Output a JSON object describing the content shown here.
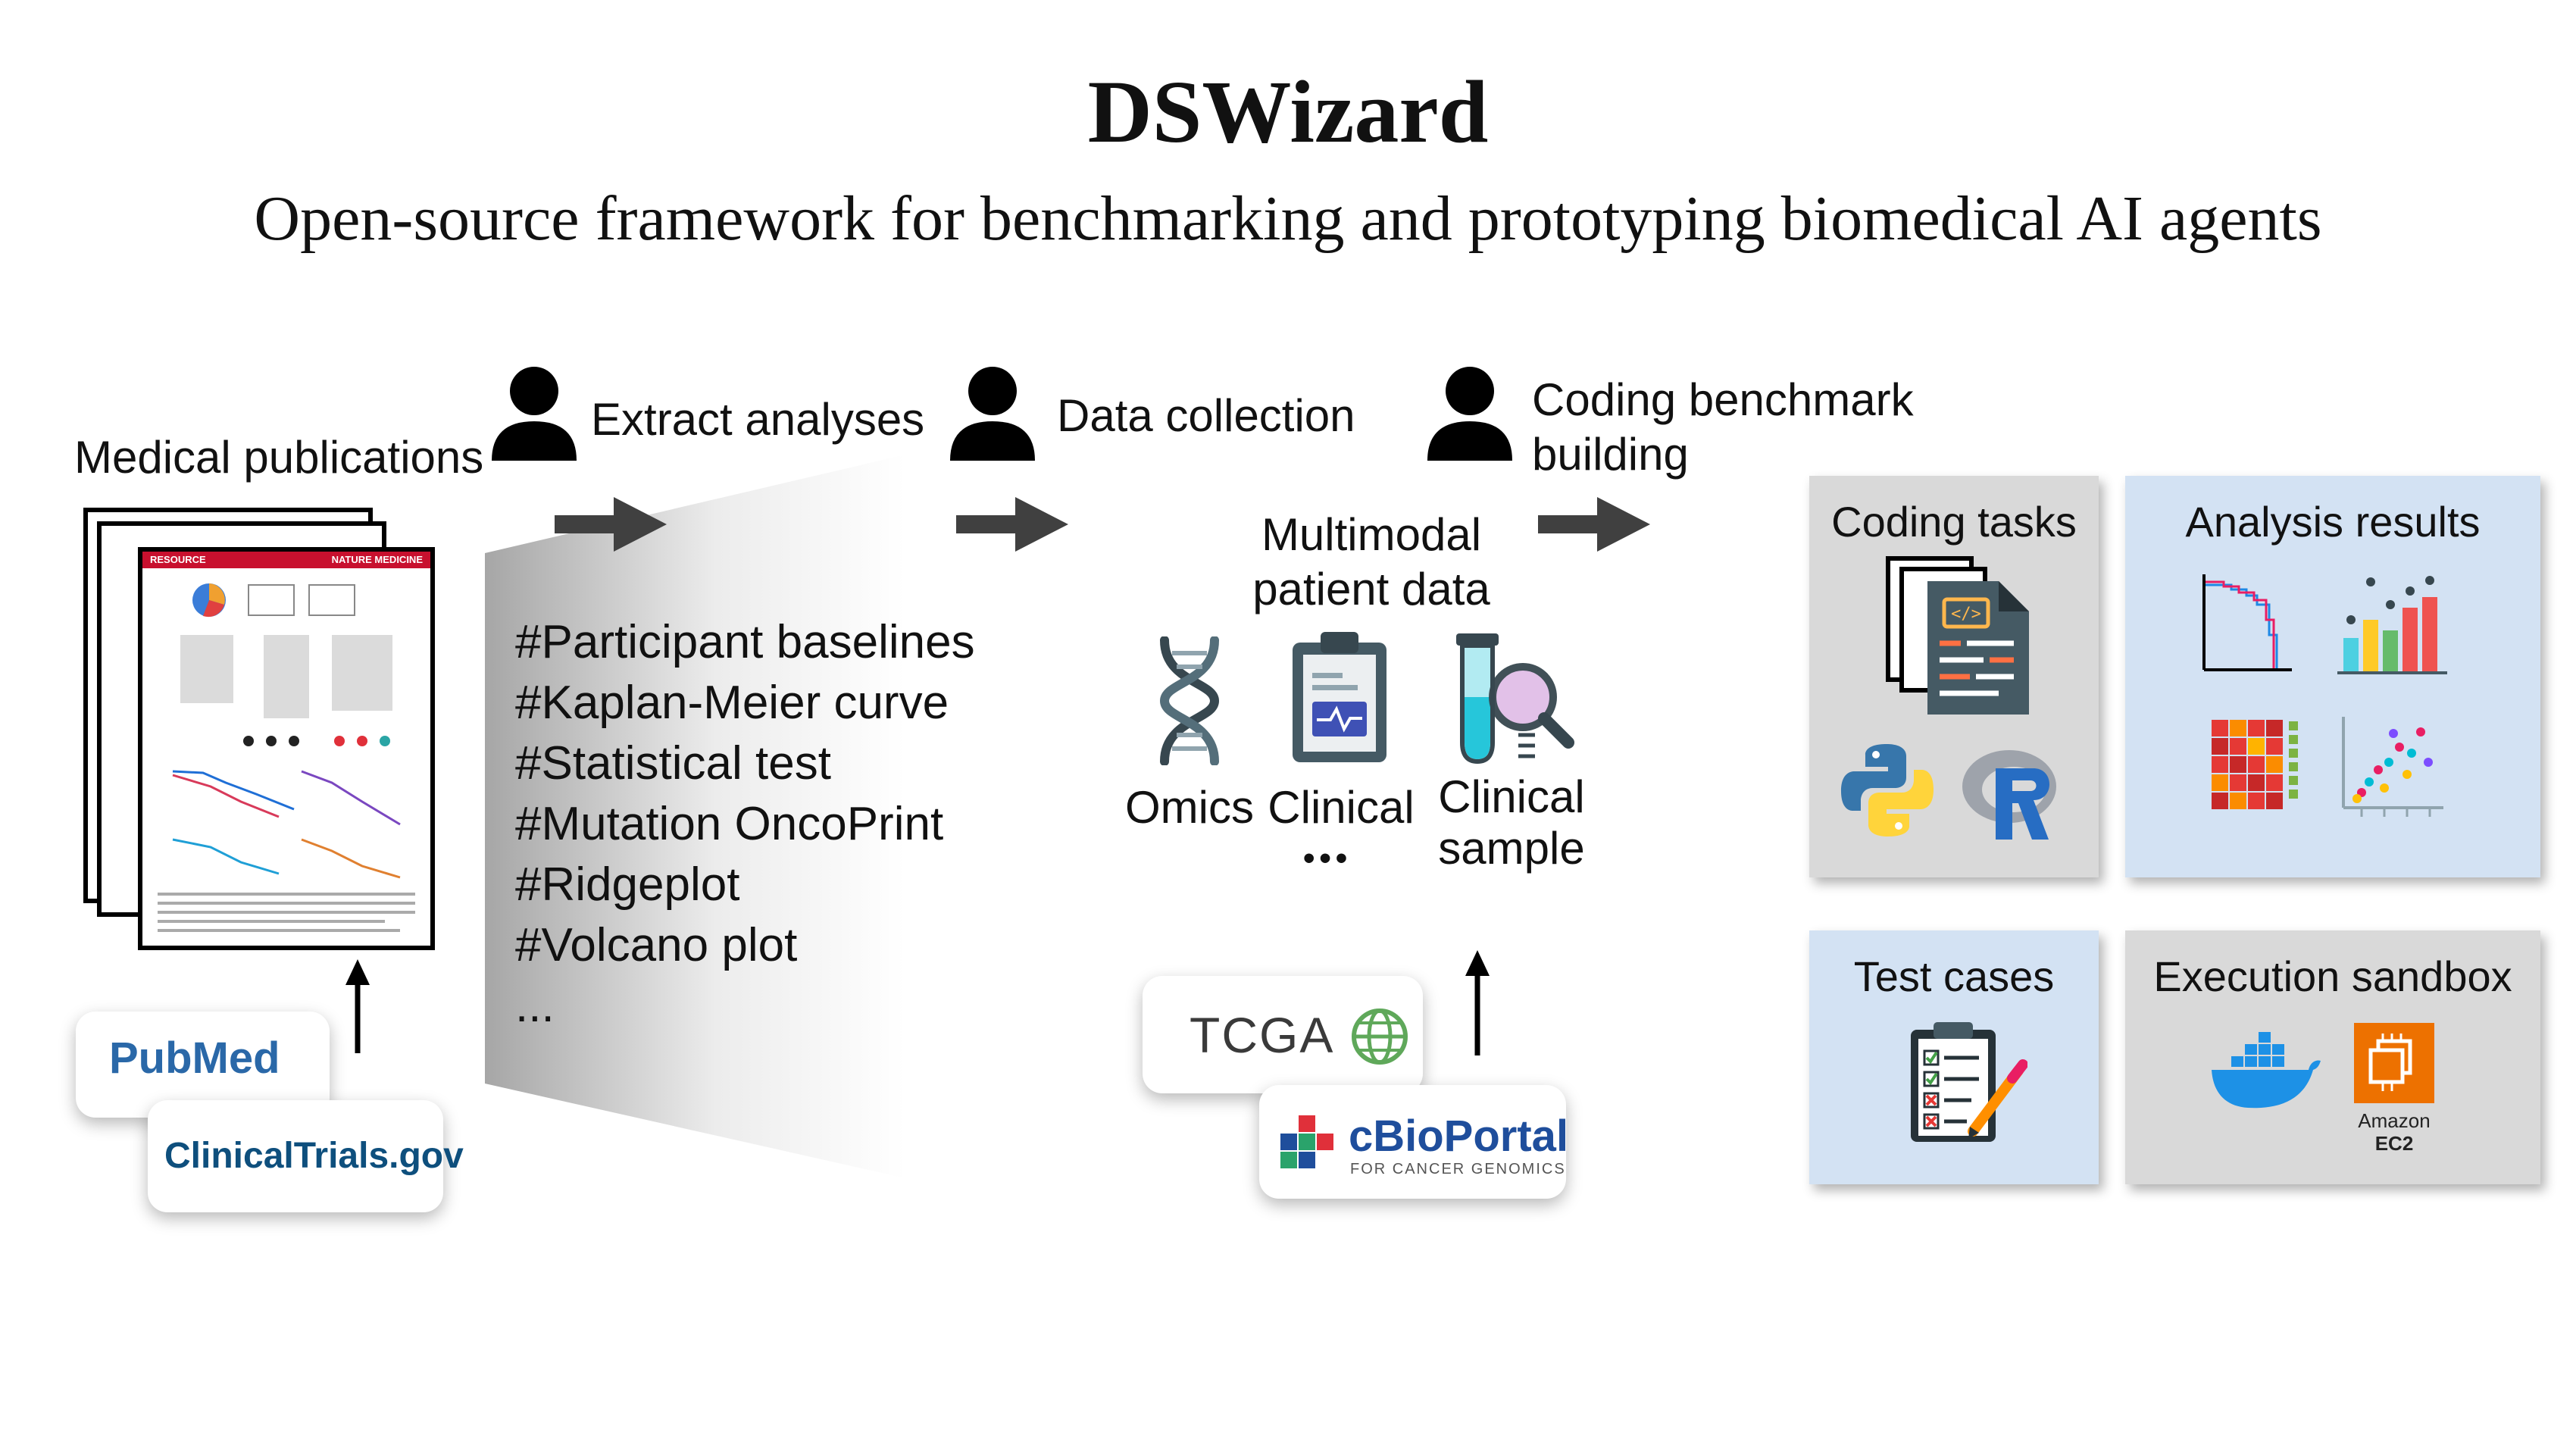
{
  "title": "DSWizard",
  "subtitle": "Open-source framework for benchmarking and prototyping biomedical AI agents",
  "left": {
    "label": "Medical publications",
    "paper_header_left": "RESOURCE",
    "paper_header_right": "NATURE MEDICINE",
    "sources": [
      "PubMed",
      "ClinicalTrials.gov"
    ]
  },
  "steps": [
    {
      "label": "Extract analyses"
    },
    {
      "label": "Data collection"
    },
    {
      "label_lines": [
        "Coding benchmark",
        "building"
      ]
    }
  ],
  "analyses": [
    "#Participant baselines",
    "#Kaplan-Meier curve",
    "#Statistical test",
    "#Mutation OncoPrint",
    "#Ridgeplot",
    "#Volcano plot",
    "..."
  ],
  "multimodal": {
    "title_lines": [
      "Multimodal",
      "patient data"
    ],
    "items": [
      {
        "label": "Omics",
        "icon": "dna-icon"
      },
      {
        "label": "Clinical",
        "icon": "clipboard-icon"
      },
      {
        "label_lines": [
          "Clinical",
          "sample"
        ],
        "icon": "test-tube-icon"
      }
    ],
    "ellipsis": "•••",
    "sources": [
      {
        "name": "TCGA"
      },
      {
        "name": "cBioPortal",
        "sub": "FOR CANCER GENOMICS"
      }
    ]
  },
  "panels": {
    "coding_tasks": "Coding tasks",
    "analysis_results": "Analysis results",
    "test_cases": "Test cases",
    "execution_sandbox": "Execution sandbox",
    "ec2_label_1": "Amazon",
    "ec2_label_2": "EC2"
  },
  "colors": {
    "arrow": "#404040",
    "panel_gray": "#d9d9d9",
    "panel_blue": "#d3e2f3",
    "pubmed_blue": "#2a68a8",
    "aws_orange": "#ed7100",
    "docker_blue": "#1d91e6",
    "python_blue": "#3776ab",
    "python_yellow": "#ffd43b"
  }
}
